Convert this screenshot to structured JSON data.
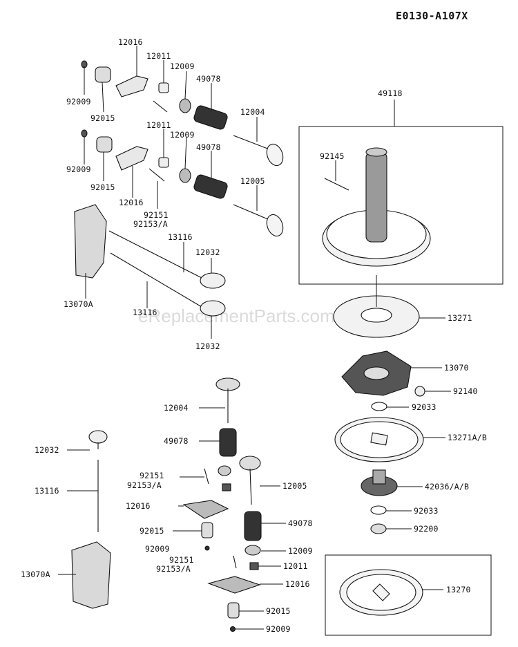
{
  "diagram_code": "E0130-A107X",
  "watermark": "eReplacementParts.com",
  "parts": {
    "p12016_a": "12016",
    "p12011_a": "12011",
    "p12009_a": "12009",
    "p49078_a": "49078",
    "p92009_a": "92009",
    "p92015_a": "92015",
    "p12004_a": "12004",
    "p12011_b": "12011",
    "p12009_b": "12009",
    "p49078_b": "49078",
    "p92009_b": "92009",
    "p92015_b": "92015",
    "p12016_b": "12016",
    "p12005_a": "12005",
    "p92151_a": "92151",
    "p92153_a": "92153/A",
    "p13116_a": "13116",
    "p12032_a": "12032",
    "p13070A_a": "13070A",
    "p13116_b": "13116",
    "p12032_b": "12032",
    "p49118": "49118",
    "p92145": "92145",
    "p13271": "13271",
    "p13070": "13070",
    "p92140": "92140",
    "p92033_a": "92033",
    "p13271AB": "13271A/B",
    "p42036": "42036/A/B",
    "p92033_b": "92033",
    "p92200": "92200",
    "p13270": "13270",
    "p12004_b": "12004",
    "p49078_c": "49078",
    "p92151_b": "92151",
    "p92153_b": "92153/A",
    "p12005_b": "12005",
    "p12016_c": "12016",
    "p49078_d": "49078",
    "p92015_c": "92015",
    "p12009_c": "12009",
    "p92009_c": "92009",
    "p92151_c": "92151",
    "p92153_c": "92153/A",
    "p12011_c": "12011",
    "p12016_d": "12016",
    "p92015_d": "92015",
    "p92009_d": "92009",
    "p12032_c": "12032",
    "p13116_c": "13116",
    "p13070A_b": "13070A"
  }
}
